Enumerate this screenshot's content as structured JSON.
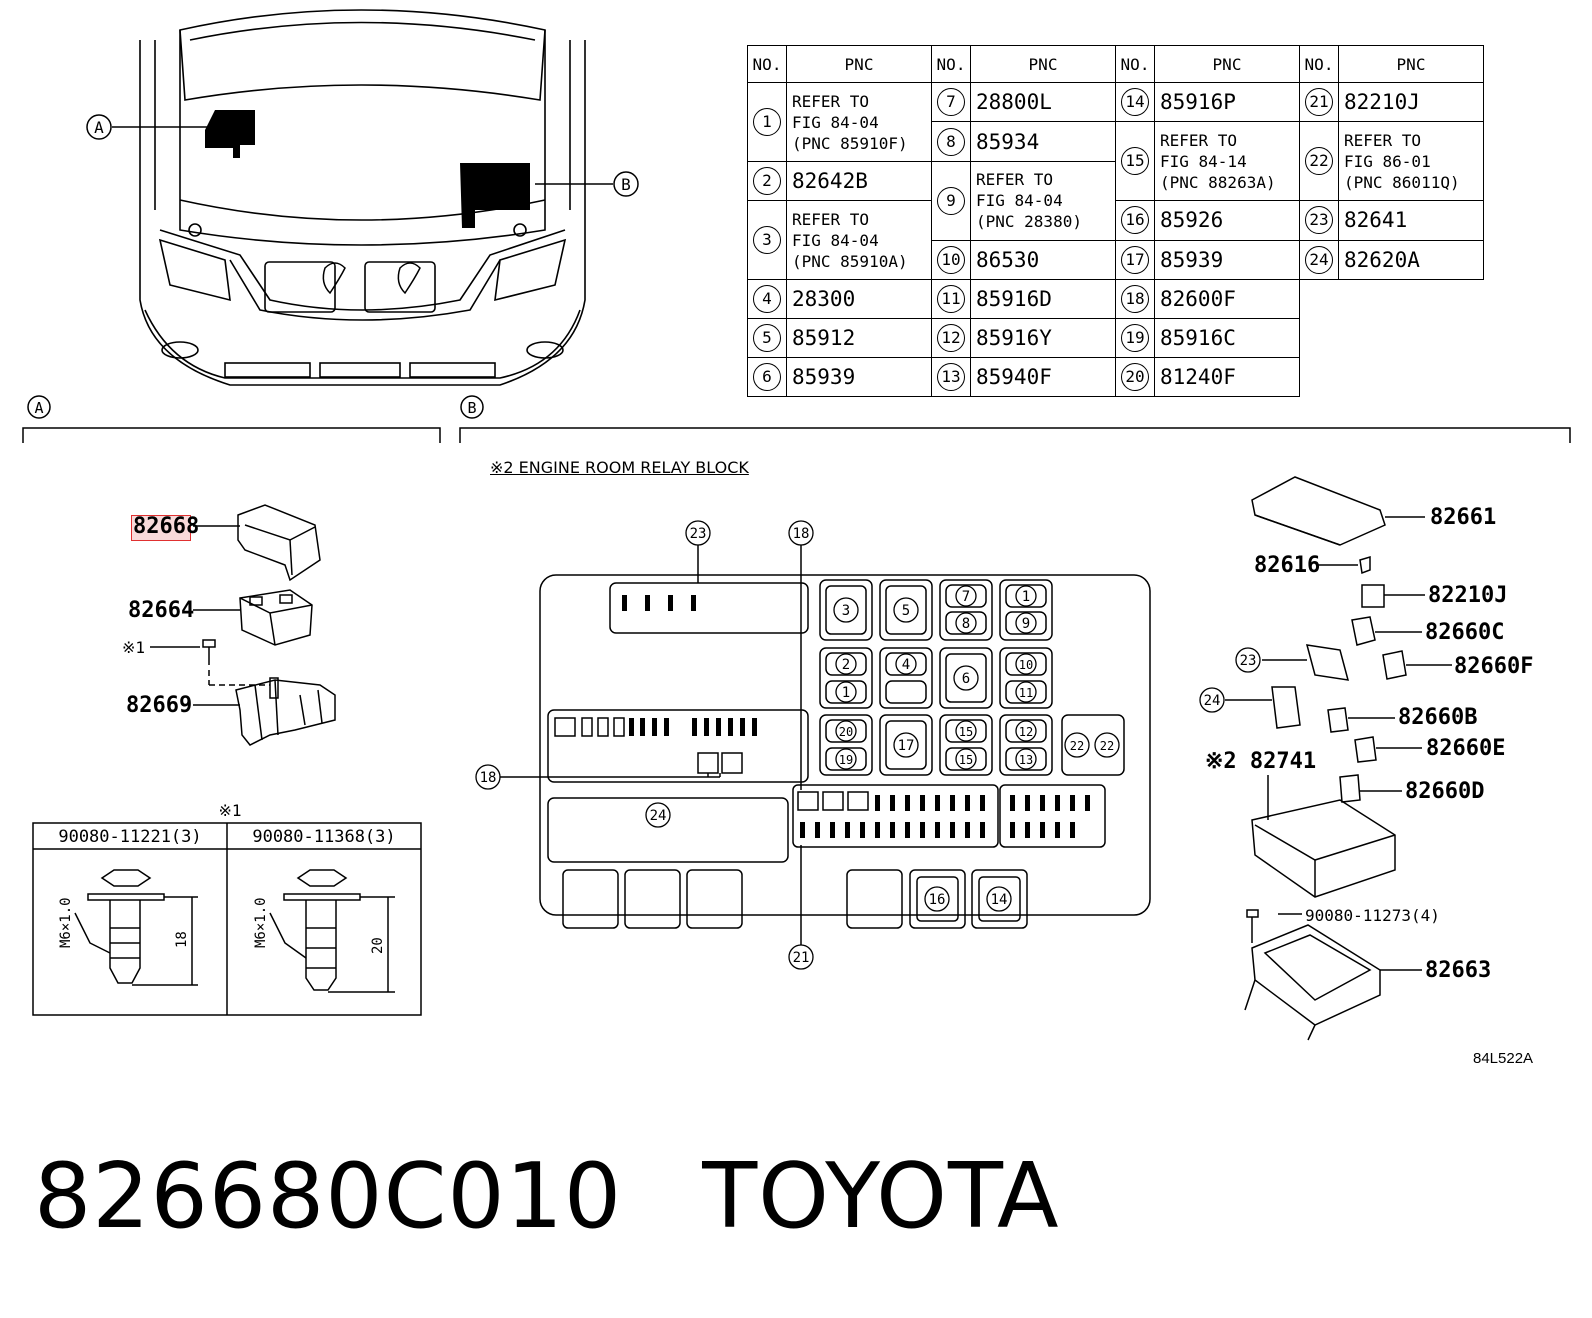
{
  "table": {
    "headers": [
      "NO.",
      "PNC",
      "NO.",
      "PNC",
      "NO.",
      "PNC",
      "NO.",
      "PNC"
    ],
    "rows": [
      {
        "no": "1",
        "pnc": "REFER TO\nFIG 84-04\n(PNC 85910F)"
      },
      {
        "no": "2",
        "pnc": "82642B"
      },
      {
        "no": "3",
        "pnc": "REFER TO\nFIG 84-04\n(PNC 85910A)"
      },
      {
        "no": "4",
        "pnc": "28300"
      },
      {
        "no": "5",
        "pnc": "85912"
      },
      {
        "no": "6",
        "pnc": "85939"
      },
      {
        "no": "7",
        "pnc": "28800L"
      },
      {
        "no": "8",
        "pnc": "85934"
      },
      {
        "no": "9",
        "pnc": "REFER TO\nFIG 84-04\n(PNC 28380)"
      },
      {
        "no": "10",
        "pnc": "86530"
      },
      {
        "no": "11",
        "pnc": "85916D"
      },
      {
        "no": "12",
        "pnc": "85916Y"
      },
      {
        "no": "13",
        "pnc": "85940F"
      },
      {
        "no": "14",
        "pnc": "85916P"
      },
      {
        "no": "15",
        "pnc": "REFER TO\nFIG 84-14\n(PNC 88263A)"
      },
      {
        "no": "16",
        "pnc": "85926"
      },
      {
        "no": "17",
        "pnc": "85939"
      },
      {
        "no": "18",
        "pnc": "82600F"
      },
      {
        "no": "19",
        "pnc": "85916C"
      },
      {
        "no": "20",
        "pnc": "81240F"
      },
      {
        "no": "21",
        "pnc": "82210J"
      },
      {
        "no": "22",
        "pnc": "REFER TO\nFIG 86-01\n(PNC 86011Q)"
      },
      {
        "no": "23",
        "pnc": "82641"
      },
      {
        "no": "24",
        "pnc": "82620A"
      }
    ]
  },
  "callouts": {
    "a": "A",
    "b": "B"
  },
  "section_a_label": "A",
  "section_b_label": "B",
  "relay_block_title": "※2 ENGINE ROOM RELAY BLOCK",
  "left_parts": {
    "p82668": "82668",
    "p82664": "82664",
    "star1": "※1",
    "p82669": "82669"
  },
  "bolt_box": {
    "title": "※1",
    "left_part": "90080-11221(3)",
    "right_part": "90080-11368(3)",
    "left_thread": "M6×1.0",
    "right_thread": "M6×1.0",
    "left_length": "18",
    "right_length": "20"
  },
  "right_parts": {
    "p82661": "82661",
    "p82616": "82616",
    "p82210J": "82210J",
    "p82660C": "82660C",
    "p82660F": "82660F",
    "p82660B": "82660B",
    "p82660E": "82660E",
    "p82660D": "82660D",
    "p82741": "※2 82741",
    "bolt": "90080-11273(4)",
    "p82663": "82663",
    "c23": "23",
    "c24": "24"
  },
  "relay_callouts": {
    "c23": "23",
    "c18a": "18",
    "c18b": "18",
    "c24": "24",
    "c21": "21",
    "s3": "3",
    "s5": "5",
    "s7": "7",
    "s8": "8",
    "s1a": "1",
    "s9": "9",
    "s2": "2",
    "s1b": "1",
    "s4": "4",
    "s6": "6",
    "s10": "10",
    "s11": "11",
    "s20": "20",
    "s19": "19",
    "s17": "17",
    "s15a": "15",
    "s15b": "15",
    "s12": "12",
    "s13": "13",
    "s22a": "22",
    "s22b": "22",
    "s16": "16",
    "s14": "14"
  },
  "figure_code": "84L522A",
  "footer": {
    "part_number": "826680C010",
    "brand": "TOYOTA"
  }
}
